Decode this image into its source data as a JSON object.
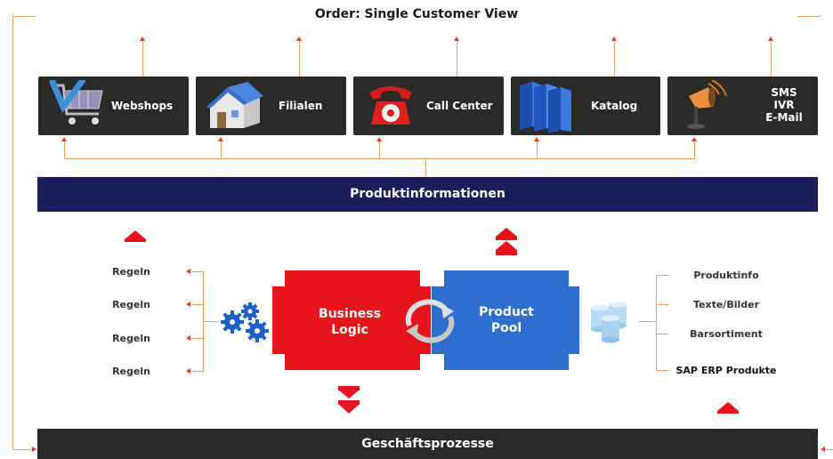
{
  "title": "Order:  Single Customer View",
  "channels": [
    {
      "label": "Webshops",
      "icon": "shopping-cart-icon"
    },
    {
      "label": "Filialen",
      "icon": "house-icon"
    },
    {
      "label": "Call Center",
      "icon": "telephone-icon"
    },
    {
      "label": "Katalog",
      "icon": "books-icon"
    },
    {
      "label_lines": [
        "SMS",
        "IVR",
        "E-Mail"
      ],
      "icon": "megaphone-icon"
    }
  ],
  "band_top": "Produktinformationen",
  "band_bottom": "Geschäftsprozesse",
  "business_logic": {
    "line1": "Business",
    "line2": "Logic"
  },
  "product_pool": {
    "line1": "Product",
    "line2": "Pool"
  },
  "rules": [
    "Regeln",
    "Regeln",
    "Regeln",
    "Regeln"
  ],
  "sources": [
    "Produktinfo",
    "Texte/Bilder",
    "Barsortiment",
    "SAP ERP Produkte"
  ],
  "colors": {
    "red": "#e8141c",
    "blue": "#2e6fd0",
    "navy": "#1a1f5c",
    "dark": "#2a2a28",
    "connector": "#f0a060"
  }
}
